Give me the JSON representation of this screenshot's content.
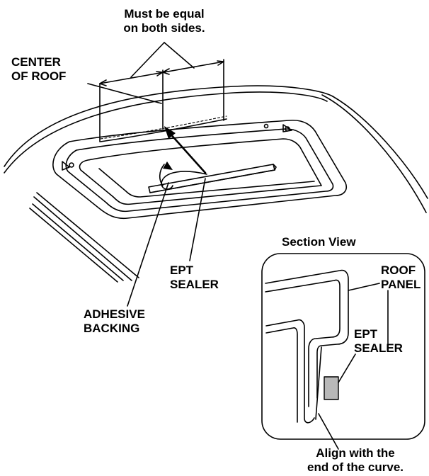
{
  "labels": {
    "must_be_equal_line1": "Must be equal",
    "must_be_equal_line2": "on both sides.",
    "center_of_roof_line1": "CENTER",
    "center_of_roof_line2": "OF ROOF",
    "ept_sealer_main_line1": "EPT",
    "ept_sealer_main_line2": "SEALER",
    "adhesive_backing_line1": "ADHESIVE",
    "adhesive_backing_line2": "BACKING",
    "section_view_title": "Section View",
    "roof_panel_line1": "ROOF",
    "roof_panel_line2": "PANEL",
    "ept_sealer_section_line1": "EPT",
    "ept_sealer_section_line2": "SEALER",
    "align_line1": "Align with the",
    "align_line2": "end of the curve."
  },
  "colors": {
    "line": "#000000",
    "sealer_fill": "#b8b8b8",
    "background": "#ffffff"
  }
}
